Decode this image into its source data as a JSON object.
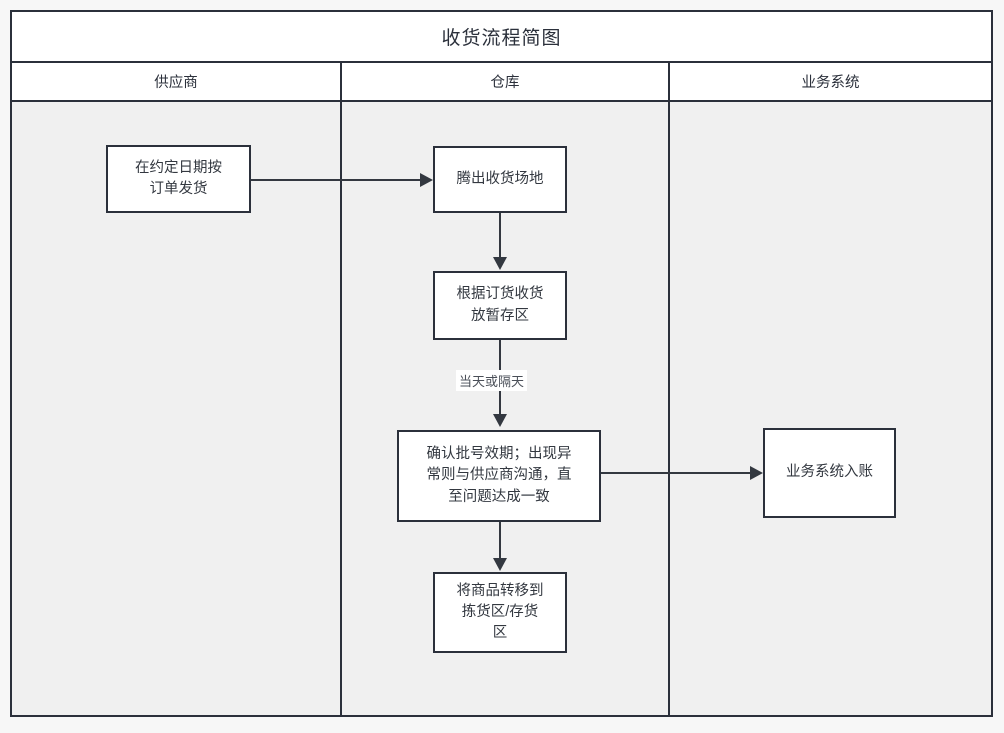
{
  "diagram": {
    "title": "收货流程简图",
    "type": "swimlane-flowchart",
    "lanes": [
      {
        "id": "supplier",
        "label": "供应商"
      },
      {
        "id": "warehouse",
        "label": "仓库"
      },
      {
        "id": "business-system",
        "label": "业务系统"
      }
    ],
    "nodes": [
      {
        "id": "ship",
        "lane": "supplier",
        "label": "在约定日期按\n订单发货"
      },
      {
        "id": "clear",
        "lane": "warehouse",
        "label": "腾出收货场地"
      },
      {
        "id": "receive",
        "lane": "warehouse",
        "label": "根据订货收货\n放暂存区"
      },
      {
        "id": "verify",
        "lane": "warehouse",
        "label": "确认批号效期；出现异\n常则与供应商沟通，直\n至问题达成一致"
      },
      {
        "id": "transfer",
        "lane": "warehouse",
        "label": "将商品转移到\n拣货区/存货\n区"
      },
      {
        "id": "erp",
        "lane": "business-system",
        "label": "业务系统入账"
      }
    ],
    "edges": [
      {
        "id": "edge1",
        "from": "ship",
        "to": "clear",
        "label": ""
      },
      {
        "id": "edge2",
        "from": "clear",
        "to": "receive",
        "label": ""
      },
      {
        "id": "edge3",
        "from": "receive",
        "to": "verify",
        "label": "当天或隔天"
      },
      {
        "id": "edge4",
        "from": "verify",
        "to": "erp",
        "label": ""
      },
      {
        "id": "edge5",
        "from": "verify",
        "to": "transfer",
        "label": ""
      }
    ],
    "colors": {
      "stroke": "#2b303b",
      "edge": "#333840",
      "node_fill": "#ffffff",
      "lane_fill": "#f0f0f0",
      "header_fill": "#ffffff",
      "page_background": "#f7f7f7",
      "text": "#333840"
    }
  }
}
